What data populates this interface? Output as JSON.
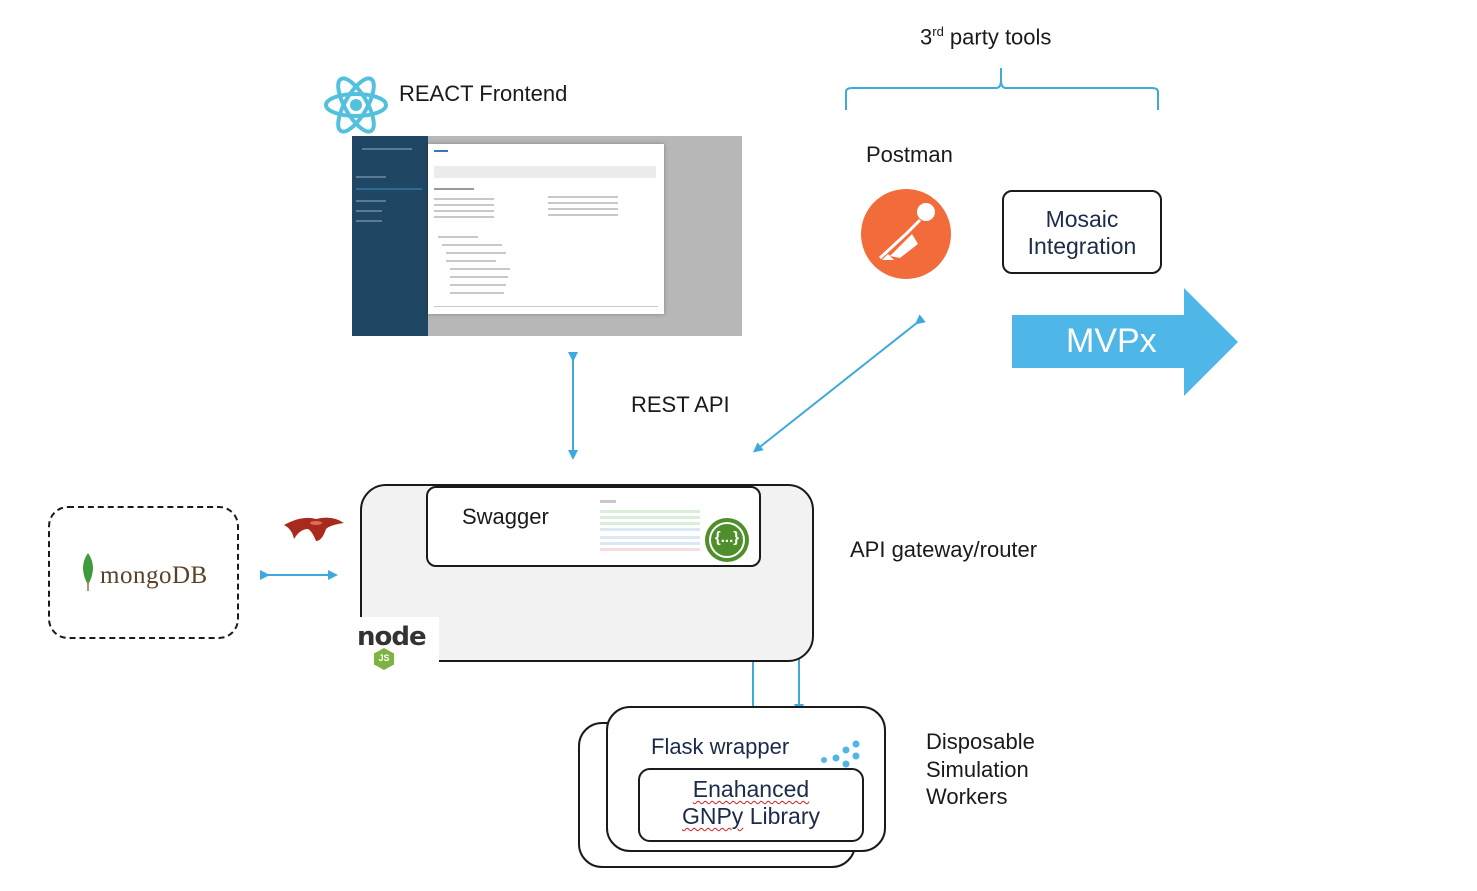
{
  "labels": {
    "third_party_prefix": "3",
    "third_party_sup": "rd",
    "third_party_rest": " party tools",
    "react": "REACT Frontend",
    "postman": "Postman",
    "mosaic_line1": "Mosaic",
    "mosaic_line2": "Integration",
    "mvpx": "MVPx",
    "rest_api": "REST API",
    "swagger": "Swagger",
    "api_gateway": "API gateway/router",
    "mongodb": "mongoDB",
    "node": "node",
    "node_js": "JS",
    "swagger_badge": "{...}",
    "flask": "Flask wrapper",
    "gnpy_line1": "Enahanced",
    "gnpy_line2_a": "GNPy",
    "gnpy_line2_b": " Library",
    "workers_line1": "Disposable",
    "workers_line2": "Simulation",
    "workers_line3": "Workers"
  },
  "colors": {
    "arrow": "#3fa9dd",
    "mvpx_fill": "#4fb6e8",
    "react_logo": "#53c1de",
    "postman_orange": "#f26b3a",
    "mongo_green": "#3f9a3c",
    "swagger_green": "#4e8f2b",
    "box_fill": "#f2f2f2",
    "redis_red": "#a72a1f"
  }
}
